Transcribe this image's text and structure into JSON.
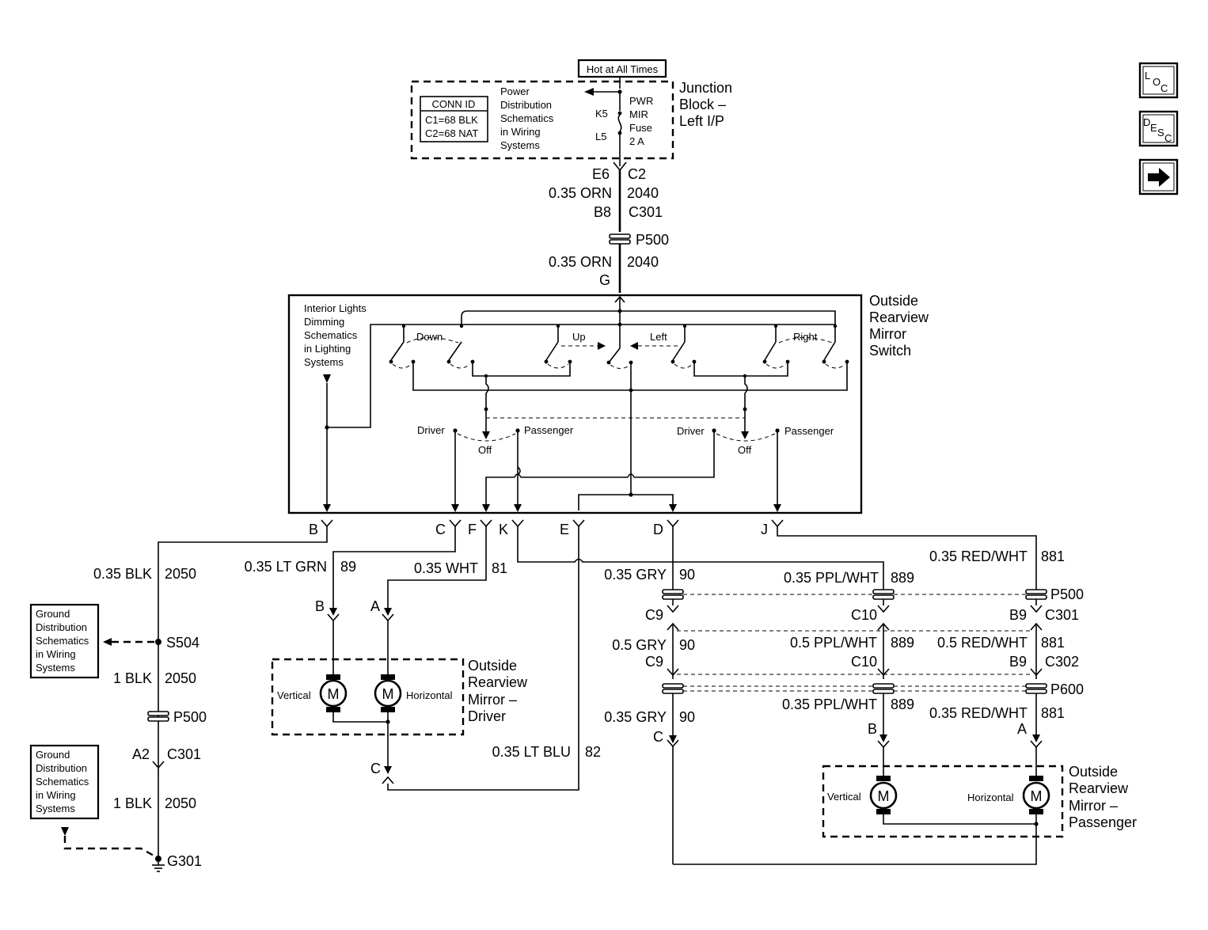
{
  "top": {
    "hot_label": "Hot at All Times",
    "conn_id_title": "CONN ID",
    "conn_c1": "C1=68 BLK",
    "conn_c2": "C2=68 NAT",
    "power_dist": [
      "Power",
      "Distribution",
      "Schematics",
      "in Wiring",
      "Systems"
    ],
    "k5": "K5",
    "l5": "L5",
    "fuse": [
      "PWR",
      "MIR",
      "Fuse",
      "2 A"
    ],
    "junction": [
      "Junction",
      "Block –",
      "Left I/P"
    ],
    "e6": "E6",
    "c2": "C2",
    "w1_gauge": "0.35 ORN",
    "w1_circuit": "2040",
    "b8": "B8",
    "c301": "C301",
    "p500": "P500",
    "w2_gauge": "0.35 ORN",
    "w2_circuit": "2040",
    "g": "G"
  },
  "switch": {
    "title": [
      "Outside",
      "Rearview",
      "Mirror",
      "Switch"
    ],
    "interior_lights": [
      "Interior Lights",
      "Dimming",
      "Schematics",
      "in Lighting",
      "Systems"
    ],
    "down": "Down",
    "up": "Up",
    "left": "Left",
    "right": "Right",
    "driver1": "Driver",
    "passenger1": "Passenger",
    "off1": "Off",
    "driver2": "Driver",
    "passenger2": "Passenger",
    "off2": "Off",
    "pins": {
      "B": "B",
      "C": "C",
      "F": "F",
      "K": "K",
      "E": "E",
      "D": "D",
      "J": "J"
    }
  },
  "left": {
    "w_blk": "0.35 BLK",
    "w_blk_c": "2050",
    "ground1": [
      "Ground",
      "Distribution",
      "Schematics",
      "in Wiring",
      "Systems"
    ],
    "s504": "S504",
    "w_1blk": "1 BLK",
    "w_1blk_c": "2050",
    "p500": "P500",
    "a2": "A2",
    "c301": "C301",
    "w_1blk2": "1 BLK",
    "w_1blk2_c": "2050",
    "ground2": [
      "Ground",
      "Distribution",
      "Schematics",
      "in Wiring",
      "Systems"
    ],
    "g301": "G301"
  },
  "driver_mirror": {
    "ltgrn": "0.35 LT GRN",
    "ltgrn_c": "89",
    "wht": "0.35 WHT",
    "wht_c": "81",
    "b": "B",
    "a": "A",
    "c": "C",
    "vertical": "Vertical",
    "horizontal": "Horizontal",
    "m": "M",
    "title": [
      "Outside",
      "Rearview",
      "Mirror –",
      "Driver"
    ],
    "ltblu": "0.35 LT BLU",
    "ltblu_c": "82"
  },
  "passenger": {
    "gry1": "0.35 GRY",
    "gry1_c": "90",
    "ppl1": "0.35 PPL/WHT",
    "ppl1_c": "889",
    "red1": "0.35 RED/WHT",
    "red1_c": "881",
    "p500": "P500",
    "c301": "C301",
    "c9a": "C9",
    "c10a": "C10",
    "b9a": "B9",
    "gry2": "0.5 GRY",
    "gry2_c": "90",
    "ppl2": "0.5 PPL/WHT",
    "ppl2_c": "889",
    "red2": "0.5 RED/WHT",
    "red2_c": "881",
    "c9b": "C9",
    "c10b": "C10",
    "b9b": "B9",
    "c302": "C302",
    "p600": "P600",
    "gry3": "0.35 GRY",
    "gry3_c": "90",
    "ppl3": "0.35 PPL/WHT",
    "ppl3_c": "889",
    "red3": "0.35 RED/WHT",
    "red3_c": "881",
    "c": "C",
    "b": "B",
    "a": "A",
    "vertical": "Vertical",
    "horizontal": "Horizontal",
    "m": "M",
    "title": [
      "Outside",
      "Rearview",
      "Mirror –",
      "Passenger"
    ]
  },
  "nav": {
    "loc_l": "L",
    "loc_o": "O",
    "loc_c": "C",
    "desc_d": "D",
    "desc_e": "E",
    "desc_s": "S",
    "desc_c": "C",
    "arrow": "arrow-right-icon"
  }
}
